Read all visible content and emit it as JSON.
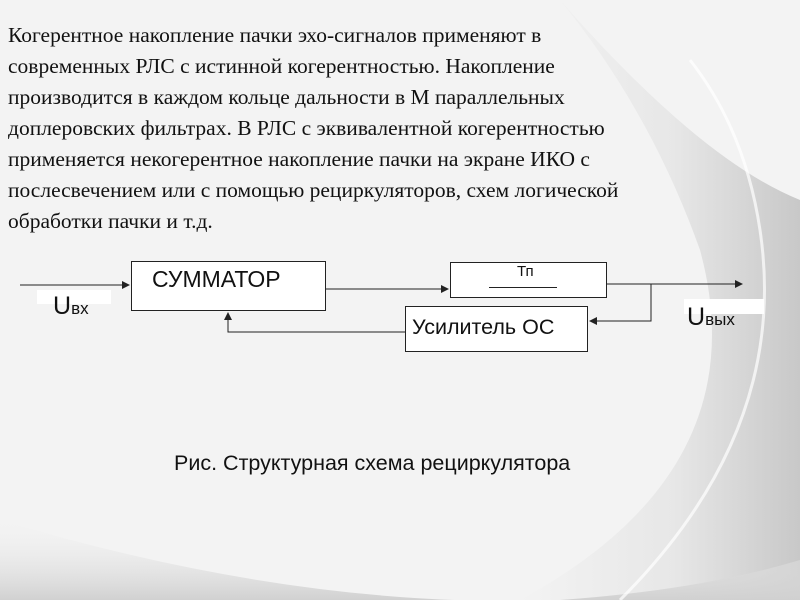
{
  "paragraph": {
    "lines": [
      "Когерентное накопление пачки эхо-сигналов применяют в",
      "современных РЛС с истинной когерентностью. Накопление",
      "производится в каждом кольце дальности в М параллельных",
      "доплеровских фильтрах. В РЛС с эквивалентной когерентностью",
      "применяется некогерентное накопление пачки на экране ИКО с",
      "послесвечением или с помощью рециркуляторов, схем логической",
      "обработки пачки и т.д."
    ]
  },
  "diagram": {
    "summator_label": "СУММАТОР",
    "delay_label": "Тп",
    "amplifier_label": "Усилитель ОС",
    "input": {
      "main": "U",
      "subscript": "вх"
    },
    "output": {
      "main": "U",
      "subscript": "вых"
    }
  },
  "caption": "Рис. Структурная схема рециркулятора",
  "colors": {
    "background": "#f3f3f3",
    "swoosh_light": "#e6e6e6",
    "swoosh_dark": "#c9c9c9",
    "box_fill": "#ffffff",
    "line": "#222222"
  }
}
